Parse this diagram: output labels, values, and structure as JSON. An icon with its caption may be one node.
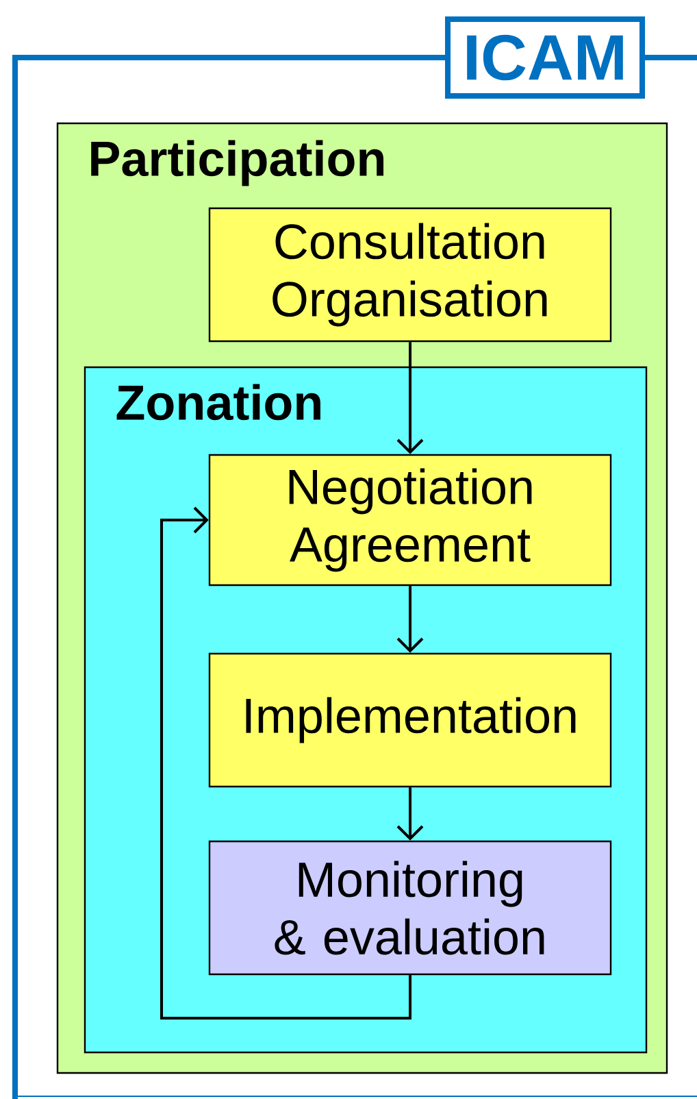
{
  "diagram": {
    "nodes": [
      {
        "text": [
          "ICAM"
        ]
      },
      {
        "text": [
          "Participation"
        ]
      },
      {
        "text": [
          "Consultation Organisation"
        ],
        "in": 1
      },
      {
        "text": [
          "Zonation"
        ],
        "in": 1
      },
      {
        "text": [
          "Negotiation Agreement"
        ],
        "in": 3
      },
      {
        "text": [
          "Implementation"
        ],
        "in": 3
      },
      {
        "text": [
          "Monitoring & evaluation"
        ],
        "in": 3
      }
    ],
    "edges": [
      {
        "from": 2,
        "to": 4,
        "arrow": "to"
      },
      {
        "from": 4,
        "to": 5,
        "arrow": "to"
      },
      {
        "from": 5,
        "to": 6,
        "arrow": "to"
      },
      {
        "from": 6,
        "to": 4,
        "arrow": "to"
      }
    ]
  }
}
